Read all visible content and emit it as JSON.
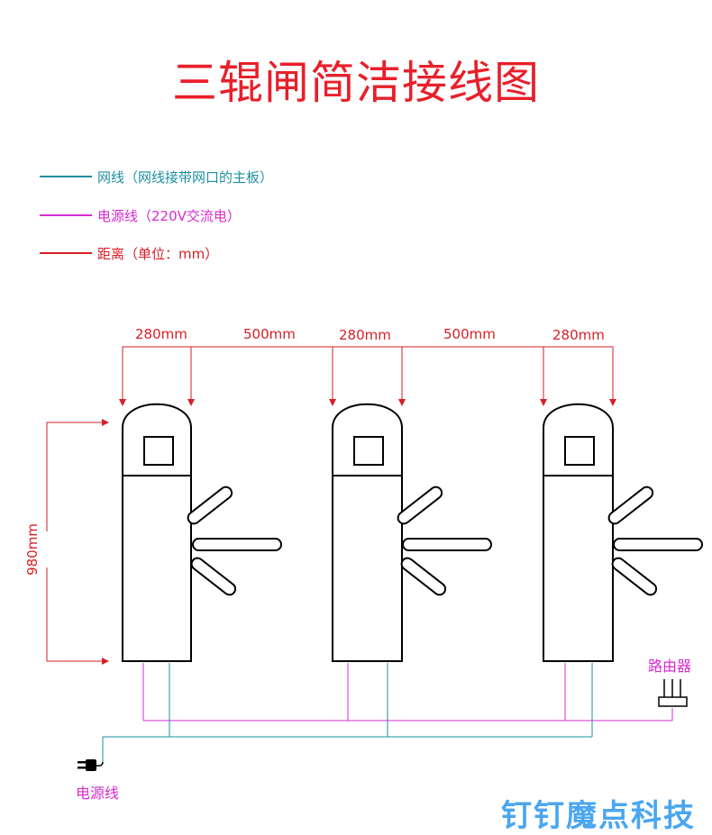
{
  "title": "三辊闸简洁接线图",
  "legend": [
    {
      "label": "网线（网线接带网口的主板）",
      "color": "#1f8fa0"
    },
    {
      "label": "电源线（220V交流电）",
      "color": "#d52bd0"
    },
    {
      "label": "距离（单位：mm）",
      "color": "#d61f26"
    }
  ],
  "dimensions": {
    "gate_width_1": "280mm",
    "gap_1": "500mm",
    "gate_width_2": "280mm",
    "gap_2": "500mm",
    "gate_width_3": "280mm",
    "gate_height": "980mm"
  },
  "router_label": "路由器",
  "power_label": "电源线",
  "watermark": "钉钉魔点科技",
  "colors": {
    "network": "#1f8fa0",
    "power": "#d52bd0",
    "dimension": "#d61f26",
    "title": "#e8202a",
    "outline": "#000000"
  },
  "icons": {
    "router": "router-icon",
    "plug": "power-plug-icon"
  }
}
